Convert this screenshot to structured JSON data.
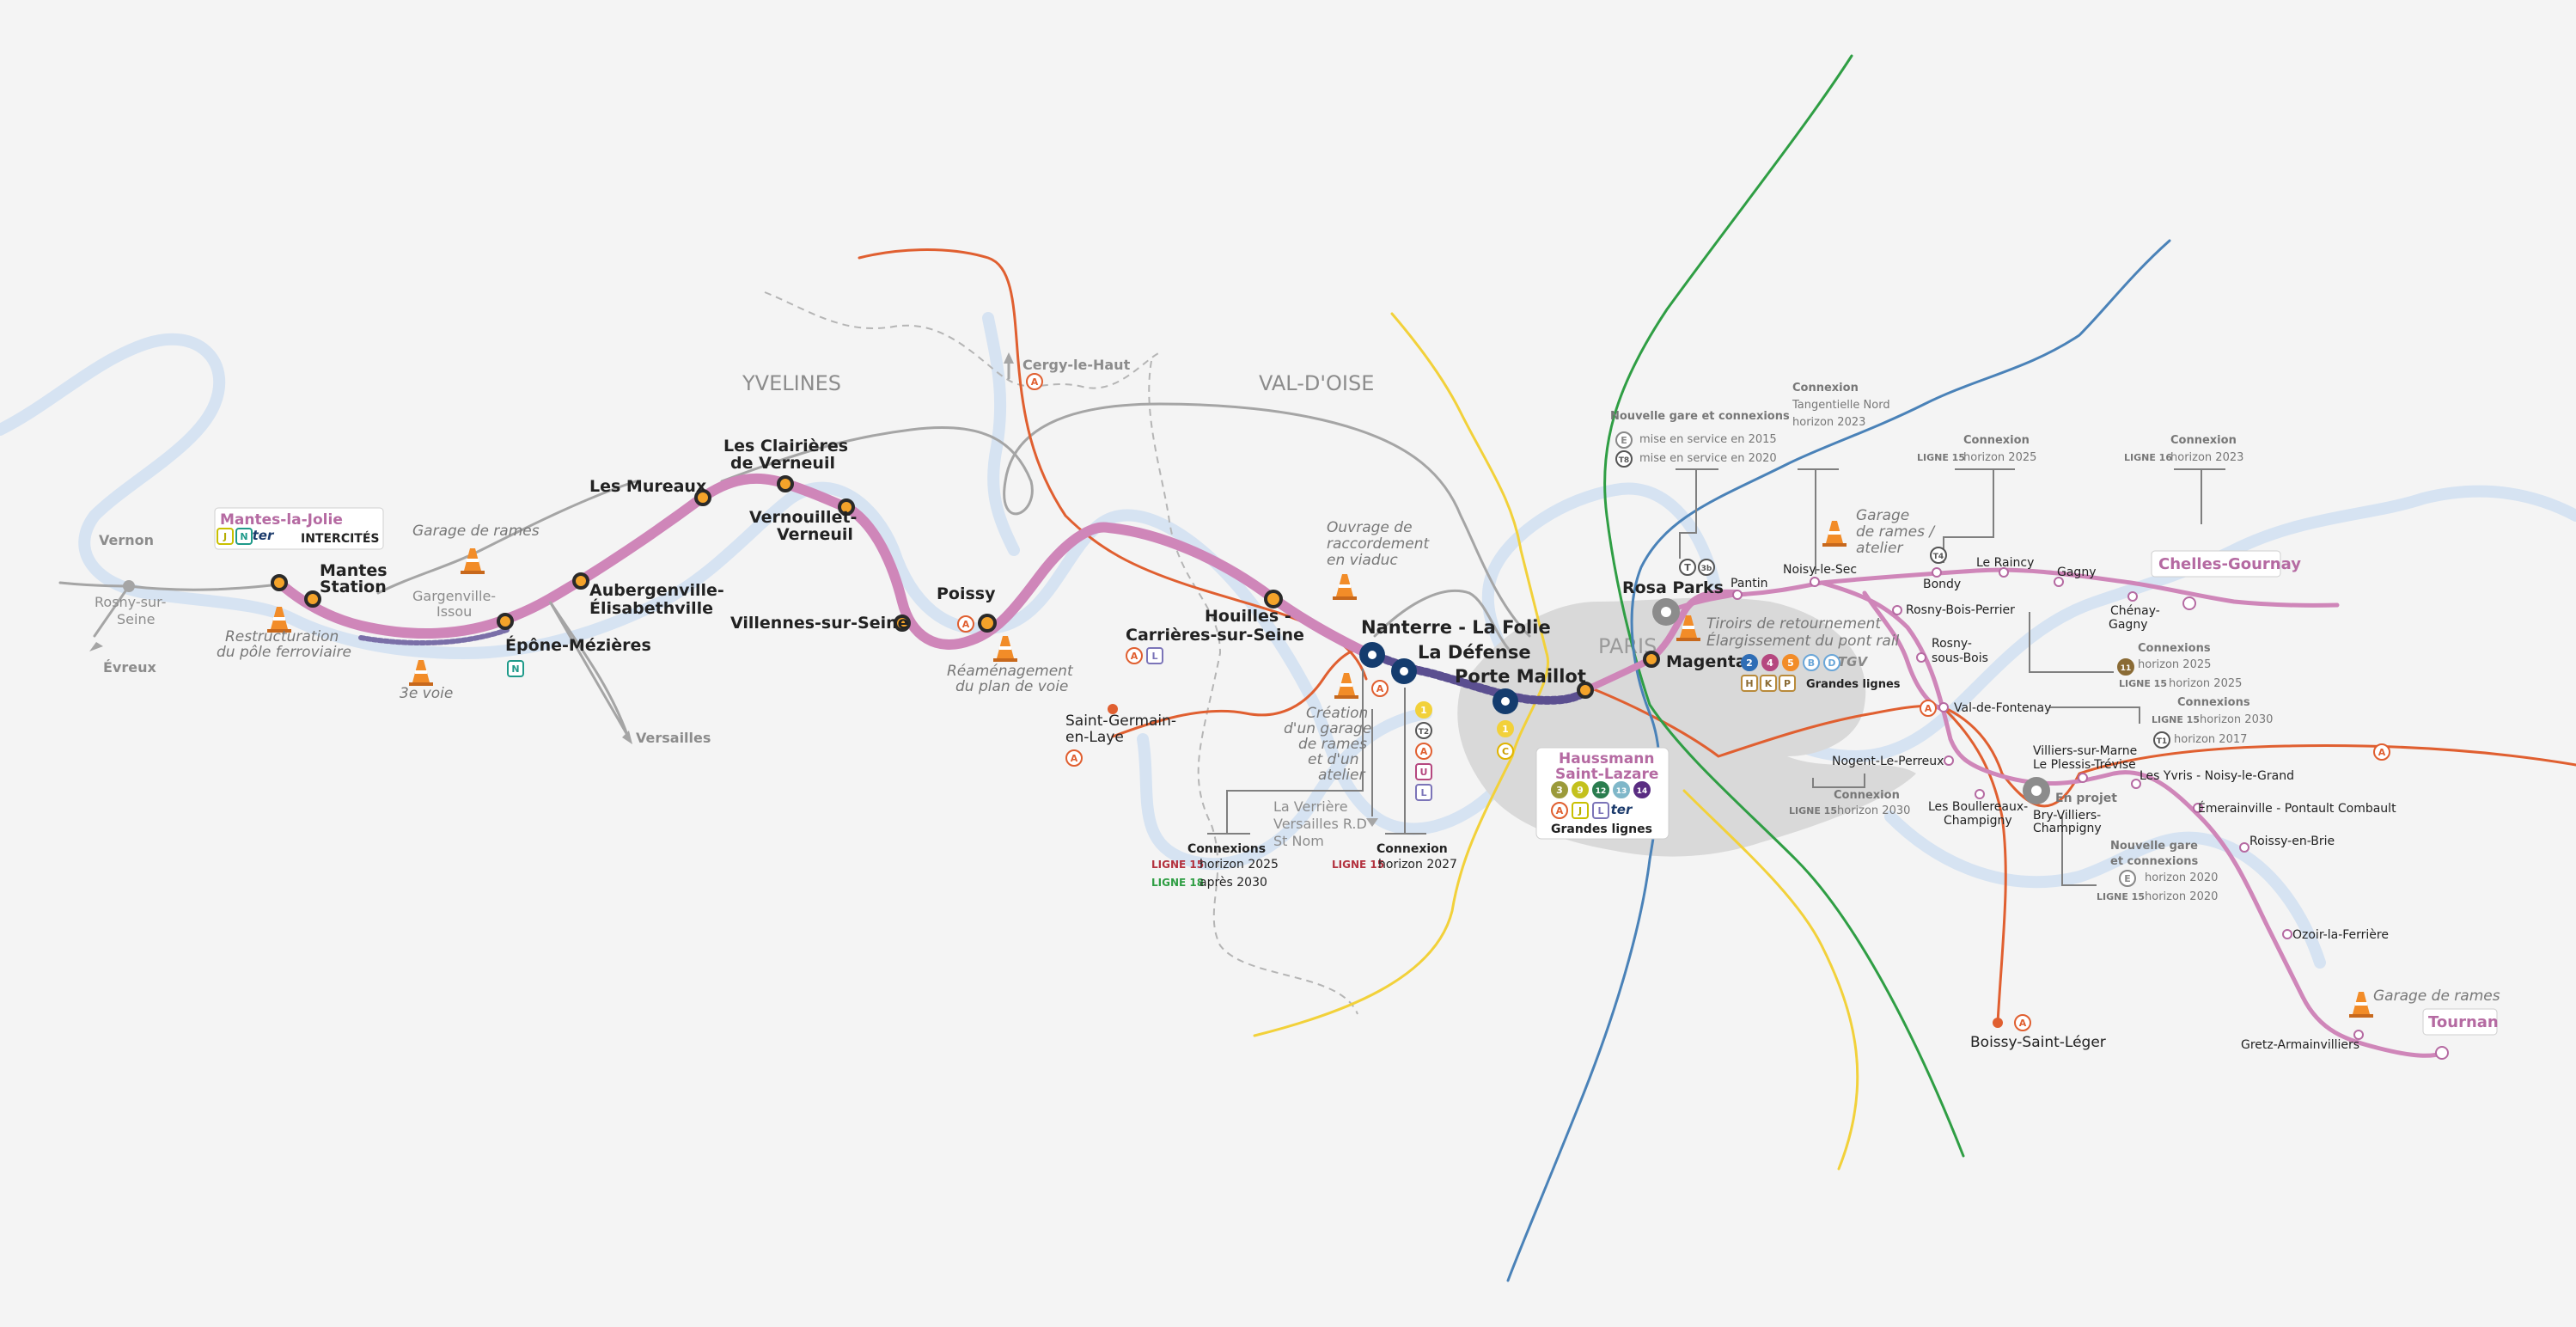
{
  "colors": {
    "background": "#f4f4f4",
    "river": "#d6e3f2",
    "main_line": "#cf86b9",
    "main_line_dark": "#b56aa2",
    "station_fill": "#f4a32a",
    "hub_blue": "#143c6e",
    "paris_zone": "#d9d9d9",
    "rer_a": "#e05f30",
    "rer_c": "#f2d13a",
    "line_green": "#2f9e44",
    "line_blue": "#4a82b8",
    "grey_line": "#a5a5a5",
    "ligne15": "#b3323f",
    "ligne18": "#2f9e44"
  },
  "regions": {
    "yvelines": "YVELINES",
    "val_doise": "VAL-D'OISE",
    "paris": "PARIS"
  },
  "stations": {
    "mantes_la_jolie": "Mantes-la-Jolie",
    "intercites": "INTERCITÉS",
    "mantes_station_1": "Mantes",
    "mantes_station_2": "Station",
    "epone": "Épône-Mézières",
    "aubergenville_1": "Aubergenville-",
    "aubergenville_2": "Élisabethville",
    "les_mureaux": "Les Mureaux",
    "clairieres_1": "Les Clairières",
    "clairieres_2": "de Verneuil",
    "vernouillet_1": "Vernouillet-",
    "vernouillet_2": "Verneuil",
    "villennes": "Villennes-sur-Seine",
    "poissy": "Poissy",
    "houilles_1": "Houilles -",
    "houilles_2": "Carrières-sur-Seine",
    "nanterre": "Nanterre - La Folie",
    "la_defense": "La Défense",
    "porte_maillot": "Porte Maillot",
    "haussmann_1": "Haussmann",
    "haussmann_2": "Saint-Lazare",
    "grandes_lignes": "Grandes lignes",
    "magenta": "Magenta",
    "rosa_parks": "Rosa Parks",
    "chelles": "Chelles-Gournay",
    "tournan": "Tournan"
  },
  "branch_stations": {
    "pantin": "Pantin",
    "noisy_le_sec": "Noisy-le-Sec",
    "bondy": "Bondy",
    "le_raincy": "Le Raincy",
    "gagny": "Gagny",
    "chenay_1": "Chénay-",
    "chenay_2": "Gagny",
    "rosny_bois_perrier": "Rosny-Bois-Perrier",
    "rosny_sous_bois_1": "Rosny-",
    "rosny_sous_bois_2": "sous-Bois",
    "val_de_fontenay": "Val-de-Fontenay",
    "nogent": "Nogent-Le-Perreux",
    "boulereaux_1": "Les Boullereaux-",
    "boulereaux_2": "Champigny",
    "villiers_1": "Villiers-sur-Marne",
    "villiers_2": "Le Plessis-Trévise",
    "bry_1": "Bry-Villiers-",
    "bry_2": "Champigny",
    "en_projet": "En projet",
    "les_yvris": "Les Yvris - Noisy-le-Grand",
    "emerainville": "Émerainville - Pontault Combault",
    "roissy": "Roissy-en-Brie",
    "ozoir": "Ozoir-la-Ferrière",
    "gretz": "Gretz-Armainvilliers",
    "boissy": "Boissy-Saint-Léger"
  },
  "other_places": {
    "vernon": "Vernon",
    "rosny_sur_seine_1": "Rosny-sur-",
    "rosny_sur_seine_2": "Seine",
    "evreux": "Évreux",
    "gargenville_1": "Gargenville-",
    "gargenville_2": "Issou",
    "versailles": "Versailles",
    "cergy": "Cergy-le-Haut",
    "saint_germain_1": "Saint-Germain-",
    "saint_germain_2": "en-Laye",
    "la_verriere_1": "La Verrière",
    "la_verriere_2": "Versailles R.D",
    "la_verriere_3": "St Nom"
  },
  "annotations": {
    "garage_rames_west": "Garage de rames",
    "restructuration_1": "Restructuration",
    "restructuration_2": "du pôle ferroviaire",
    "troisieme_voie": "3e voie",
    "reamenagement_1": "Réaménagement",
    "reamenagement_2": "du plan de voie",
    "ouvrage_1": "Ouvrage de",
    "ouvrage_2": "raccordement",
    "ouvrage_3": "en viaduc",
    "creation_1": "Création",
    "creation_2": "d'un garage",
    "creation_3": "de rames",
    "creation_4": "et d'un",
    "creation_5": "atelier",
    "tiroirs_1": "Tiroirs de retournement",
    "tiroirs_2": "Élargissement du pont rail",
    "garage_atelier_1": "Garage",
    "garage_atelier_2": "de rames /",
    "garage_atelier_3": "atelier",
    "garage_rames_east": "Garage de rames"
  },
  "connections": {
    "nouvelle_gare": "Nouvelle gare et connexions",
    "mise_2015": "mise en service en 2015",
    "mise_2020": "mise en service en 2020",
    "tangentielle_1": "Connexion",
    "tangentielle_2": "Tangentielle Nord",
    "tangentielle_3": "horizon 2023",
    "l15_2025_head": "Connexion",
    "l15_2025_label": "LIGNE 15",
    "l15_2025_year": "horizon 2025",
    "l16_head": "Connexion",
    "l16_label": "LIGNE 16",
    "l16_year": "horizon 2023",
    "conn_11_head": "Connexions",
    "conn_11_1": "horizon 2025",
    "conn_11_l15": "LIGNE 15",
    "conn_11_2": "horizon 2025",
    "conn_vdf_head": "Connexions",
    "conn_vdf_l15": "LIGNE 15",
    "conn_vdf_1": "horizon 2030",
    "conn_vdf_2": "horizon 2017",
    "conn_nogent_head": "Connexion",
    "conn_nogent_l15": "LIGNE 15",
    "conn_nogent_year": "horizon 2030",
    "conn_bry_1": "Nouvelle gare",
    "conn_bry_2": "et connexions",
    "conn_bry_3": "horizon 2020",
    "conn_bry_l15": "LIGNE 15",
    "conn_bry_4": "horizon 2020",
    "conn_nanterre_head": "Connexions",
    "conn_nanterre_l15": "LIGNE 15",
    "conn_nanterre_1": "horizon 2025",
    "conn_nanterre_l18": "LIGNE 18",
    "conn_nanterre_2": "après 2030",
    "conn_defense_head": "Connexion",
    "conn_defense_l15": "LIGNE 15",
    "conn_defense_year": "horizon 2027"
  },
  "badges": {
    "mantes": [
      "J",
      "N",
      "ter"
    ],
    "epone": [
      "N"
    ],
    "cergy": [
      "A"
    ],
    "poissy": [
      "A"
    ],
    "houilles": [
      "A",
      "L"
    ],
    "saint_germain": [
      "A"
    ],
    "nanterre": [
      "A"
    ],
    "defense": [
      "1",
      "T2",
      "A",
      "U",
      "L"
    ],
    "porte_maillot": [
      "1",
      "C"
    ],
    "haussmann_metro": [
      "3",
      "9",
      "12",
      "13",
      "14"
    ],
    "haussmann_rer": [
      "A",
      "J",
      "L",
      "ter"
    ],
    "magenta_metro": [
      "2",
      "4",
      "5",
      "B",
      "D",
      "TGV"
    ],
    "magenta_lines": [
      "H",
      "K",
      "P"
    ],
    "magenta_label": "Grandes lignes",
    "rosa": [
      "T",
      "3b"
    ],
    "new_gare": [
      "E",
      "T8"
    ],
    "bondy": [
      "T4"
    ],
    "conn_11": [
      "11"
    ],
    "conn_vdf": [
      "T1"
    ],
    "bry": [
      "E"
    ],
    "boissy": [
      "A"
    ],
    "val_de_fontenay": [
      "A"
    ],
    "rer_a_east": [
      "A"
    ]
  }
}
